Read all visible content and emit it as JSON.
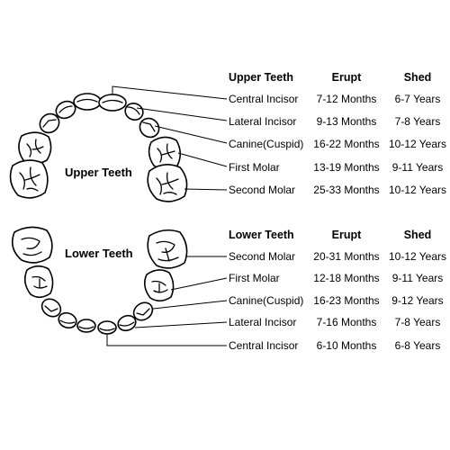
{
  "upper": {
    "jaw_label": "Upper Teeth",
    "headers": {
      "name": "Upper Teeth",
      "erupt": "Erupt",
      "shed": "Shed"
    },
    "rows": [
      {
        "name": "Central Incisor",
        "erupt": "7-12 Months",
        "shed": "6-7 Years"
      },
      {
        "name": "Lateral Incisor",
        "erupt": "9-13 Months",
        "shed": "7-8 Years"
      },
      {
        "name": "Canine(Cuspid)",
        "erupt": "16-22 Months",
        "shed": "10-12 Years"
      },
      {
        "name": "First Molar",
        "erupt": "13-19 Months",
        "shed": "9-11 Years"
      },
      {
        "name": "Second Molar",
        "erupt": "25-33 Months",
        "shed": "10-12 Years"
      }
    ]
  },
  "lower": {
    "jaw_label": "Lower Teeth",
    "headers": {
      "name": "Lower Teeth",
      "erupt": "Erupt",
      "shed": "Shed"
    },
    "rows": [
      {
        "name": "Second Molar",
        "erupt": "20-31 Months",
        "shed": "10-12 Years"
      },
      {
        "name": "First Molar",
        "erupt": "12-18 Months",
        "shed": "9-11 Years"
      },
      {
        "name": "Canine(Cuspid)",
        "erupt": "16-23 Months",
        "shed": "9-12 Years"
      },
      {
        "name": "Lateral Incisor",
        "erupt": "7-16 Months",
        "shed": "7-8 Years"
      },
      {
        "name": "Central Incisor",
        "erupt": "6-10 Months",
        "shed": "6-8 Years"
      }
    ]
  }
}
